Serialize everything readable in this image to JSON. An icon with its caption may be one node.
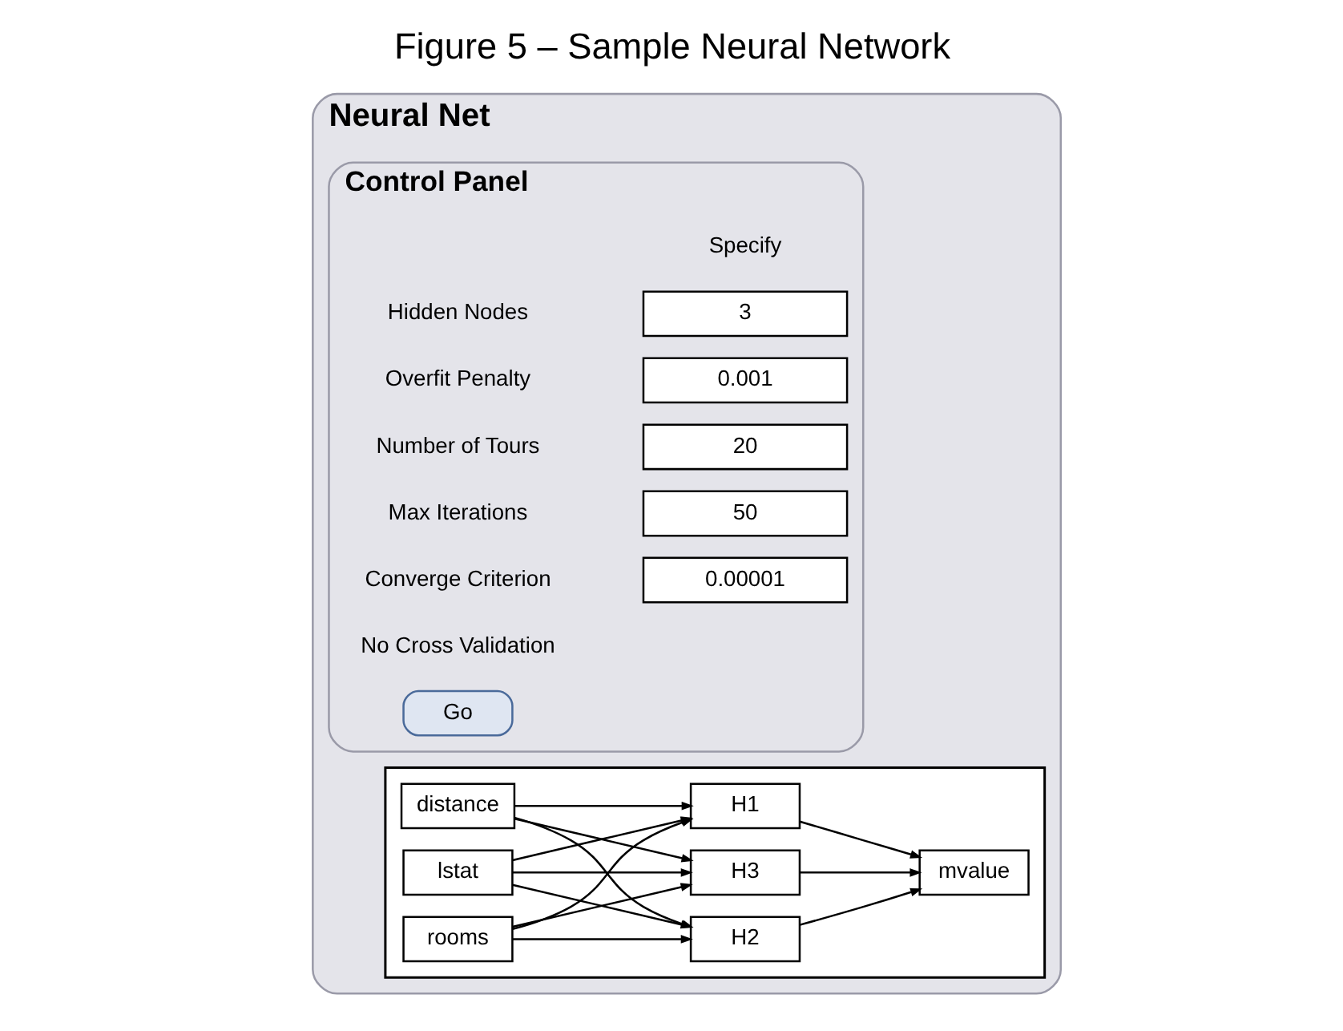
{
  "diagram": {
    "title": "Figure 5 – Sample Neural Network",
    "nodes": [
      {
        "text": [
          "Neural Net"
        ]
      },
      {
        "text": [
          "Control Panel"
        ],
        "in": 0
      },
      {
        "text": [
          "3"
        ],
        "in": 1
      },
      {
        "text": [
          "0.001"
        ],
        "in": 1
      },
      {
        "text": [
          "20"
        ],
        "in": 1
      },
      {
        "text": [
          "50"
        ],
        "in": 1
      },
      {
        "text": [
          "0.00001"
        ],
        "in": 1
      },
      {
        "text": [
          "Go"
        ],
        "in": 1
      },
      {
        "text": [],
        "shape": "box",
        "in": 0
      },
      {
        "text": [
          "lstat"
        ],
        "in": 8
      },
      {
        "text": [
          "distance"
        ],
        "in": 8
      },
      {
        "text": [
          "rooms"
        ],
        "in": 8
      },
      {
        "text": [
          "H1"
        ],
        "in": 8
      },
      {
        "text": [
          "H2"
        ],
        "in": 8
      },
      {
        "text": [
          "H3"
        ],
        "in": 8
      },
      {
        "text": [
          "mvalue"
        ],
        "in": 8
      }
    ],
    "edges": [
      {
        "from": 9,
        "to": 12,
        "arrow": "to"
      },
      {
        "from": 9,
        "to": 13,
        "arrow": "to"
      },
      {
        "from": 9,
        "to": 14,
        "arrow": "to"
      },
      {
        "from": 10,
        "to": 12,
        "arrow": "to"
      },
      {
        "from": 10,
        "to": 13,
        "arrow": "to"
      },
      {
        "from": 10,
        "to": 14,
        "arrow": "to"
      },
      {
        "from": 11,
        "to": 12,
        "arrow": "to"
      },
      {
        "from": 11,
        "to": 13,
        "arrow": "to"
      },
      {
        "from": 11,
        "to": 14,
        "arrow": "to"
      },
      {
        "from": 12,
        "to": 15,
        "arrow": "to"
      },
      {
        "from": 13,
        "to": 15,
        "arrow": "to"
      },
      {
        "from": 14,
        "to": 15,
        "arrow": "to"
      }
    ],
    "labels": [
      "Specify",
      "Hidden Nodes",
      "Overfit Penalty",
      "Number of Tours",
      "Max Iterations",
      "Converge Criterion",
      "No Cross Validation"
    ]
  }
}
